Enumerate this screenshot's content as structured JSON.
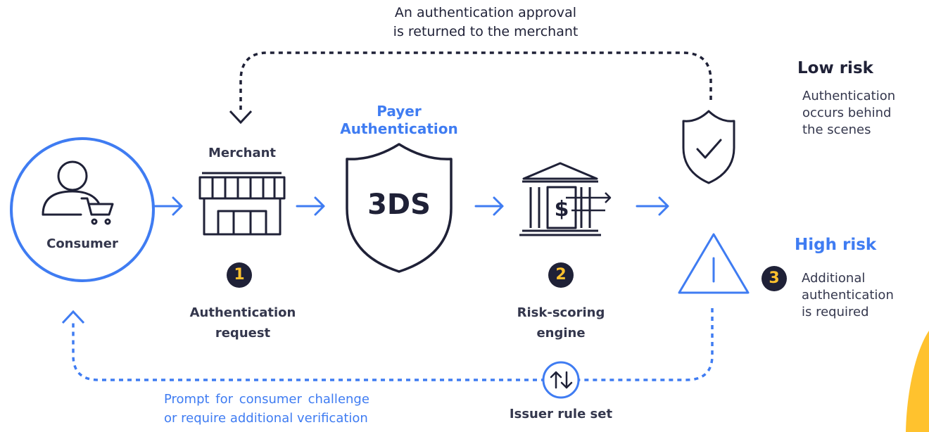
{
  "top_note": {
    "line1": "An authentication approval",
    "line2": "is returned to the merchant"
  },
  "consumer": {
    "label": "Consumer"
  },
  "merchant": {
    "label": "Merchant"
  },
  "payer_auth": {
    "line1": "Payer",
    "line2": "Authentication",
    "shield_text": "3DS"
  },
  "steps": [
    {
      "number": "1",
      "line1": "Authentication",
      "line2": "request"
    },
    {
      "number": "2",
      "line1": "Risk-scoring",
      "line2": "engine"
    },
    {
      "number": "3"
    }
  ],
  "low_risk": {
    "title": "Low risk",
    "line1": "Authentication",
    "line2": "occurs behind",
    "line3": "the scenes"
  },
  "high_risk": {
    "title": "High risk",
    "line1": "Additional",
    "line2": "authentication",
    "line3": "is required"
  },
  "bottom_note": {
    "line1": "Prompt for consumer challenge",
    "line2": "or require additional verification"
  },
  "issuer": {
    "label": "Issuer rule set"
  },
  "colors": {
    "accent_blue": "#3f7cf2",
    "navy": "#1f2137",
    "badge_yellow": "#ffc22e",
    "corner_yellow": "#ffc22e"
  },
  "icons": {
    "consumer": "user-with-cart-icon",
    "merchant": "storefront-icon",
    "payer_auth": "shield-icon",
    "risk_engine": "bank-icon",
    "low_risk": "shield-check-icon",
    "high_risk": "warning-triangle-icon",
    "issuer": "up-down-arrows-icon"
  }
}
